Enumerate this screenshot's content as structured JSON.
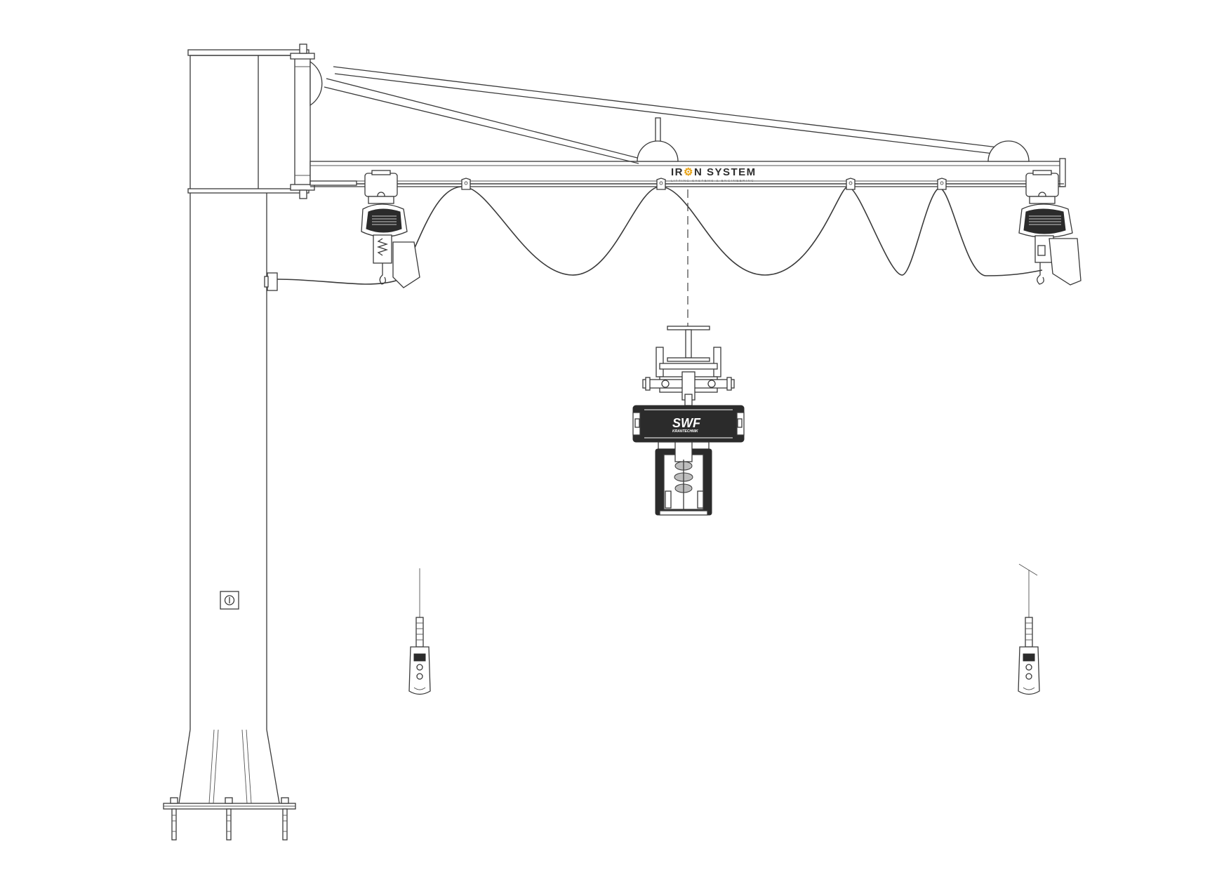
{
  "logo": {
    "brand_part1": "IR",
    "brand_part2": "N",
    "brand_part3": "SYSTEM",
    "tagline": "LIFTING SYSTEMS & ENGINEERING",
    "colors": {
      "brand_dark": "#2d2d2d",
      "brand_accent": "#e8a317"
    }
  },
  "hoist": {
    "brand": "SWF",
    "sub": "KRANTECHNIK"
  },
  "icons": [
    "jib-crane-pillar",
    "slewing-arm",
    "trolley-left",
    "trolley-right",
    "chain-hoist-left",
    "chain-hoist-right",
    "wire-rope-hoist",
    "pendant-control-left",
    "pendant-control-right",
    "festoon-cable",
    "anchor-bolts",
    "junction-box"
  ]
}
